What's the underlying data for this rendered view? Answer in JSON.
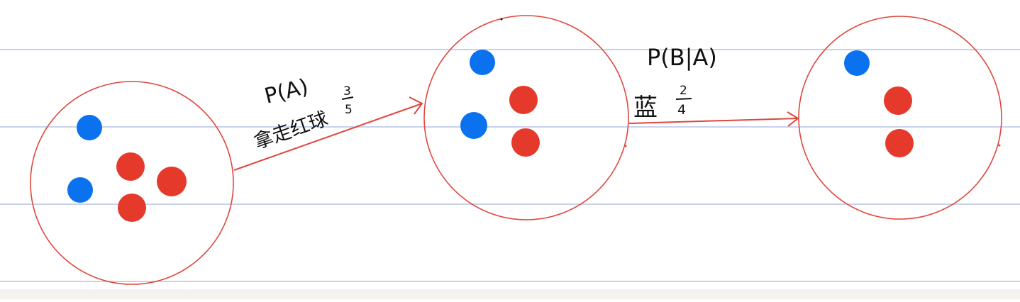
{
  "colors": {
    "ruling": "#b7c3e6",
    "ink": "#111111",
    "circle": "#e0463c",
    "arrow": "#e0463c",
    "red_ball": "#e53a2b",
    "blue_ball": "#0a72ee",
    "page": "#ffffff",
    "bottom_strip": "#f3f2ef"
  },
  "states": [
    {
      "label": "initial-box",
      "red_balls": 3,
      "blue_balls": 2
    },
    {
      "label": "after-drawing-red",
      "red_balls": 2,
      "blue_balls": 2
    },
    {
      "label": "after-drawing-blue",
      "red_balls": 2,
      "blue_balls": 1
    }
  ],
  "annotations": {
    "pA": "P(A)",
    "draw_red": "拿走红球",
    "frac_1_num": "3",
    "frac_1_den": "5",
    "pB_given_A": "P(B|A)",
    "draw_blue": "蓝",
    "frac_2_num": "2",
    "frac_2_den": "4"
  }
}
